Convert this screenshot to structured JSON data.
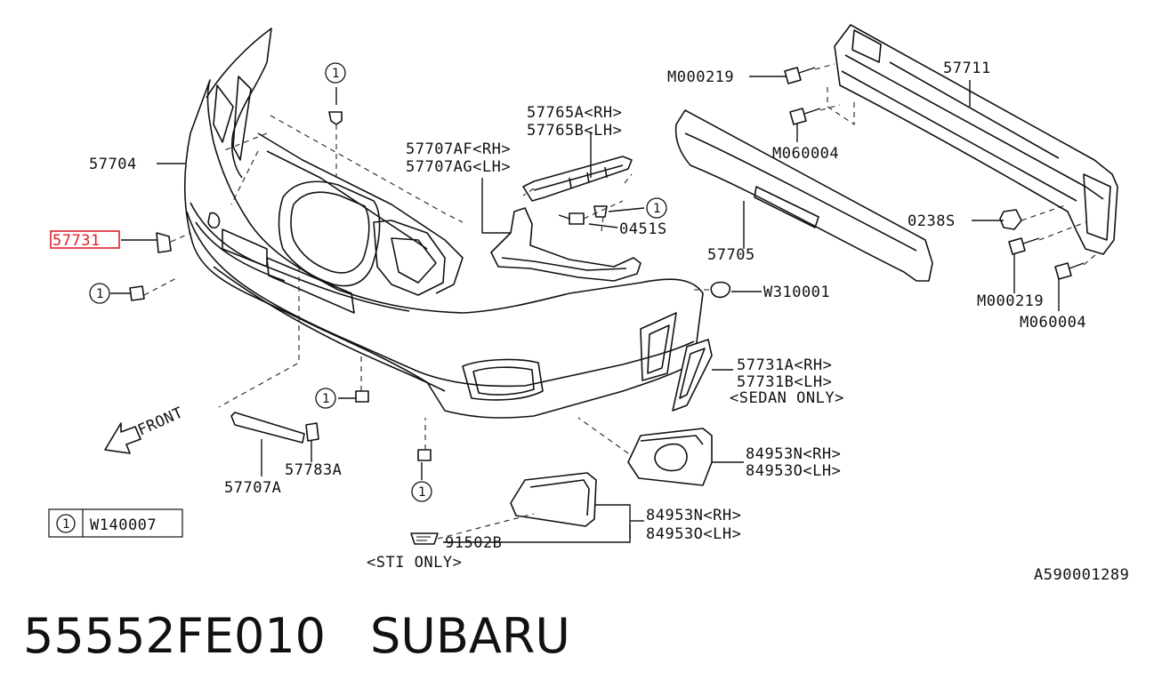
{
  "labels": {
    "p57704": "57704",
    "p57731": "57731",
    "p57707af": "57707AF<RH>",
    "p57707ag": "57707AG<LH>",
    "p57765a": "57765A<RH>",
    "p57765b": "57765B<LH>",
    "p0451s": "0451S",
    "p57705": "57705",
    "pw310001": "W310001",
    "p57711": "57711",
    "pm000219_top": "M000219",
    "pm060004_top": "M060004",
    "p0238s": "0238S",
    "pm000219_bot": "M000219",
    "pm060004_bot": "M060004",
    "p57731a": "57731A<RH>",
    "p57731b": "57731B<LH>",
    "sedan_only": "<SEDAN ONLY>",
    "p84953n_a": "84953N<RH>",
    "p84953o_a": "84953O<LH>",
    "p84953n_b": "84953N<RH>",
    "p84953o_b": "84953O<LH>",
    "p91502b": "91502B",
    "sti_only": "<STI ONLY>",
    "p57707a": "57707A",
    "p57783a": "57783A",
    "front": "FRONT",
    "legend_num": "1",
    "legend_part": "W140007",
    "diagram_id": "A590001289",
    "circle_ref": "1"
  },
  "caption": {
    "part_number": "55552FE010",
    "brand": "SUBARU"
  },
  "colors": {
    "highlight": "#e0202a",
    "ink": "#111111"
  }
}
